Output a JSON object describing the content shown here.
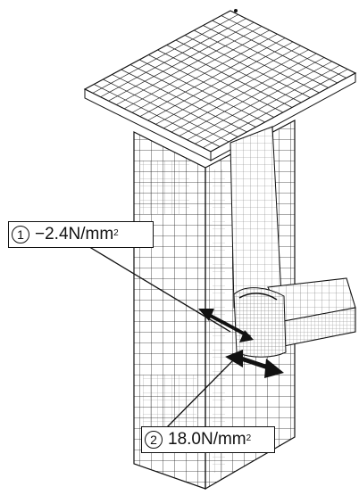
{
  "labels": {
    "label1": {
      "number": "1",
      "value": "−2.4N/mm",
      "exponent": "2"
    },
    "label2": {
      "number": "2",
      "value": "18.0N/mm",
      "exponent": "2"
    }
  },
  "colors": {
    "ink": "#111111",
    "background": "#ffffff"
  }
}
